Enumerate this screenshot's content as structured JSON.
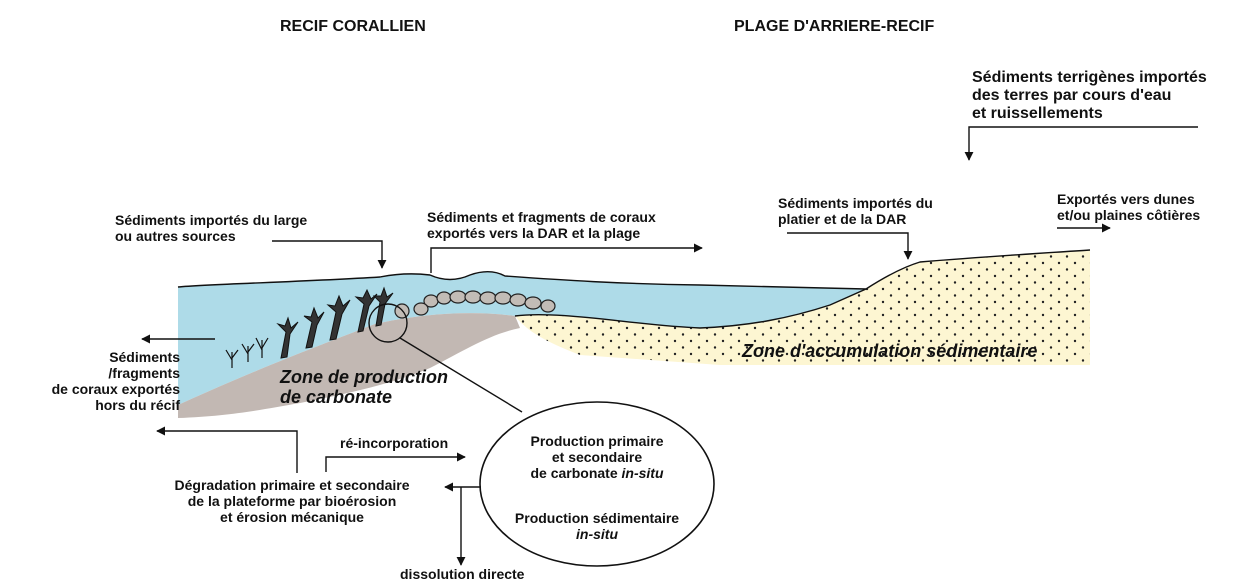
{
  "headings": {
    "reef": "RECIF CORALLIEN",
    "beach": "PLAGE D'ARRIERE-RECIF"
  },
  "labels": {
    "terrigenous": [
      "Sédiments terrigènes importés",
      "des terres par cours d'eau",
      "et ruissellements"
    ],
    "offshore_import": [
      "Sédiments importés du large",
      "ou autres sources"
    ],
    "coral_export": [
      "Sédiments et fragments de coraux",
      "exportés vers la DAR et la plage"
    ],
    "platier_import": [
      "Sédiments importés du",
      "platier et de la DAR"
    ],
    "dunes_export": [
      "Exportés vers dunes",
      "et/ou plaines côtières"
    ],
    "reef_export": [
      "Sédiments",
      "/fragments",
      "de coraux exportés",
      "hors du récif"
    ],
    "reincorporation": "ré-incorporation",
    "degradation": [
      "Dégradation primaire et secondaire",
      "de la plateforme par bioérosion",
      "et érosion mécanique"
    ],
    "dissolution": "dissolution directe"
  },
  "zones": {
    "carbonate": [
      "Zone de production",
      "de carbonate"
    ],
    "accumulation": "Zone d'accumulation sédimentaire"
  },
  "circle": {
    "primary_line1": "Production primaire",
    "primary_line2": "et secondaire",
    "primary_line3": "de carbonate",
    "primary_in_situ": "in-situ",
    "sedimentary_line1": "Production sédimentaire",
    "sedimentary_in_situ": "in-situ"
  },
  "colors": {
    "water": "#aedbe8",
    "sand": "#fdf6d2",
    "reef_substrate": "#c2b8b3",
    "coral": "#333333",
    "ink": "#111111"
  }
}
